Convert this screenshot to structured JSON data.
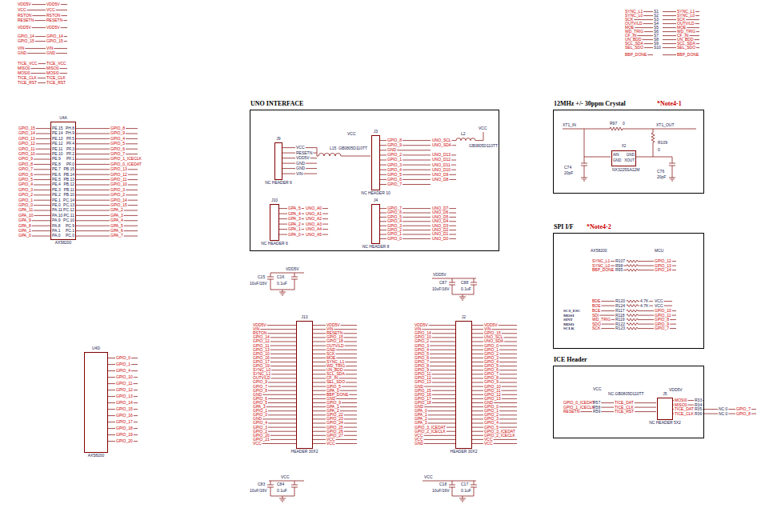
{
  "diagram": {
    "nodes": [
      {
        "text": [
          "UNO INTERFACE"
        ]
      },
      {
        "text": [
          "J9",
          "NC HEADER 6"
        ],
        "in": 0
      },
      {
        "text": [
          "J3",
          "NC HEADER 10"
        ],
        "in": 0
      },
      {
        "text": [
          "J10",
          "NC HEADER 6"
        ],
        "in": 0
      },
      {
        "text": [
          "J4",
          "NC HEADER 8"
        ],
        "in": 0
      },
      {
        "text": [
          "12MHz +/- 30ppm Crystal",
          "*Note4-1"
        ]
      },
      {
        "text": [
          "X2",
          "AIN",
          "GND",
          "GND",
          "XOUT"
        ],
        "in": 5
      },
      {
        "text": [
          "SPI I/F",
          "*Note4-2"
        ]
      },
      {
        "text": [
          "ICE Header"
        ]
      },
      {
        "text": [
          "J5",
          "NC HEADER 5X2"
        ],
        "in": 8
      },
      {
        "text": [
          "U4A",
          "AX58200"
        ]
      },
      {
        "text": [
          "U4D",
          "AX58200"
        ]
      },
      {
        "text": [
          "J13",
          "HEADER 30X2"
        ]
      },
      {
        "text": [
          "J2",
          "HEADER 30X2"
        ]
      }
    ],
    "labels": [
      "VDD5V",
      "VCC",
      "RSTON",
      "RESETN",
      "VDD5V",
      "GPIO_14",
      "GPIO_15",
      "VIN",
      "GND",
      "TICE_VCC",
      "MISO0",
      "MOSI0",
      "TICE_CLK",
      "TICE_RST",
      "VDD5V",
      "VCC",
      "RSTON",
      "RESETN",
      "VDD5V",
      "GPIO_14",
      "GPIO_15",
      "VIN",
      "GND",
      "TICE_VCC",
      "MISO0",
      "MOSI0",
      "TICE_CLK",
      "TICE_RST",
      "SYNC_L1",
      "SYNC_L0",
      "SCK",
      "OUTV/LD",
      "MOE",
      "WD_TRIG",
      "CF_IN",
      "UN_BDD",
      "SCL_SDA",
      "SEL_SDO",
      "BBP_DONE",
      "S1",
      "S2",
      "S3",
      "S4",
      "S5",
      "S6",
      "S7",
      "S8",
      "S9",
      "S10",
      "SYNC_L1",
      "SYNC_L0",
      "SCK",
      "OUTV/LD",
      "MOE",
      "WD_TRIG",
      "CF_IN",
      "UN_BDD",
      "SCL_SDA",
      "SEL_SDO",
      "BBP_DONE",
      "GPIO_15",
      "GPIO_14",
      "GPIO_13",
      "GPIO_12",
      "GPIO_11",
      "GPIO_10",
      "GPIO_9",
      "GPIO_8",
      "GPIO_7",
      "GPIO_6",
      "GPIO_5",
      "GPIO_4",
      "GPIO_3",
      "GPIO_2",
      "GPIO_1",
      "GPIO_0",
      "GPA_11",
      "GPA_10",
      "GPA_9",
      "GPA_8",
      "GPA_1",
      "GPA_0",
      "PE.15",
      "PE.14",
      "PE.13",
      "PE.12",
      "PE.11",
      "PE.10",
      "PE.9",
      "PE.8",
      "PE.7",
      "PE.6",
      "PE.5",
      "PE.4",
      "PE.3",
      "PE.2",
      "PE.1",
      "PE.0",
      "PA.11",
      "PA.10",
      "PA.9",
      "PA.8",
      "PA.1",
      "PA.0",
      "PH.8",
      "PH.9",
      "PF.5",
      "PF.4",
      "PF.3",
      "PF.2",
      "PF.1",
      "PF.0",
      "PB.15",
      "PB.14",
      "PB.13",
      "PB.12",
      "PB.11",
      "PB.10",
      "PC.14",
      "PC.13",
      "PC.12",
      "PC.11",
      "PC.10",
      "PC.9",
      "PC.1",
      "PC.0",
      "GPIO_8",
      "GPIO_9",
      "GPIO_4",
      "GPIO_5",
      "GPIO_6",
      "GPIO_7",
      "GPIO_1_ICECLK",
      "GPIO_0_ICEDAT",
      "GPIO_13",
      "GPIO_12",
      "GPIO_11",
      "GPIO_10",
      "GPIO_3",
      "GPIO_2",
      "GPIO_14",
      "GPIO_15",
      "GPA_2",
      "GPA_3",
      "GPA_4",
      "GPA_5",
      "GPA_6",
      "GPA_7",
      "GPIO_0",
      "GPIO_1",
      "GPIO_4",
      "GPIO_10",
      "GPIO_11",
      "GPIO_12",
      "GPIO_13",
      "GPIO_14",
      "GPIO_15",
      "GPIO_16",
      "GPIO_17",
      "GPIO_18",
      "GPIO_19",
      "GPIO_20",
      "VCC",
      "RESETN",
      "VDD5V",
      "GND",
      "GND",
      "VIN",
      "VCC",
      "L15",
      "GB0805D110TT",
      "VCC",
      "L2",
      "GB0805D110TT",
      "GPIO_8",
      "GPIO_9",
      "GND",
      "GPIO_2",
      "GPIO_1",
      "GPIO_3",
      "GPIO_4",
      "GPIO_5",
      "GPIO_6",
      "GPIO_7",
      "UNO_SCL",
      "UNO_SDA",
      "UNO_D13",
      "UNO_D12",
      "UNO_D11",
      "UNO_D10",
      "UNO_D9",
      "UNO_D8",
      "GPA_5",
      "GPA_4",
      "GPA_3",
      "GPA_2",
      "GPA_1",
      "GPA_0",
      "UNO_A0",
      "UNO_A1",
      "UNO_A2",
      "UNO_A3",
      "UNO_A4",
      "UNO_A5",
      "GPIO_7",
      "GPIO_6",
      "GPIO_5",
      "GPIO_4",
      "GPIO_3",
      "GPIO_2",
      "GPIO_1",
      "GPIO_0",
      "UNO_D7",
      "UNO_D6",
      "UNO_D5",
      "UNO_D4",
      "UNO_D3",
      "UNO_D2",
      "UNO_D1",
      "UNO_D0",
      "VDD5V",
      "VIN",
      "RSTON",
      "GPIO_14",
      "GPIO_12",
      "GPIO_11",
      "GPIO_13",
      "GPIO_10",
      "GPIO_16",
      "GPIO_17",
      "GPIO_19",
      "SYNC_L0",
      "SYNC_L1",
      "OUTV/LD",
      "GPIO_9",
      "GPIO_7",
      "GPIO_8",
      "GND",
      "GPIO_6",
      "GPIO_5",
      "GPA_3",
      "GPIO_1",
      "GPIO_0",
      "GND",
      "GPIO_4",
      "GPIO_3",
      "GPIO_2",
      "GPIO_20",
      "GPIO_21",
      "VCC",
      "VDD5V",
      "VIN",
      "RESETN",
      "GPIO_15",
      "GPIO_18",
      "OUTV/LD",
      "GND",
      "SCK",
      "MOE",
      "SYNC_L1",
      "WD_TRIG",
      "UN_BDD",
      "SCL_SDA",
      "CF_IN",
      "SEL_SDO",
      "GPIO_5",
      "GPA_0",
      "BBP_DONE",
      "GND",
      "GPIO_9",
      "GPA_1",
      "GPA_2",
      "GPIO_22",
      "GPIO_23",
      "GPIO_24",
      "GPIO_25",
      "GPIO_26",
      "GPIO_27",
      "VCC",
      "VCC",
      "VDD5V",
      "VIN",
      "GPIO_14",
      "GPIO_10",
      "GPIO_2",
      "GPIO_3",
      "GPIO_4",
      "GPIO_5",
      "GPIO_6",
      "GPIO_7",
      "GPIO_8",
      "GPIO_9",
      "GPIO_11",
      "GPIO_12",
      "GPIO_13",
      "GND",
      "GPIO_15",
      "GPIO_16",
      "GPIO_17",
      "GPIO_18",
      "GND",
      "GPA_0",
      "GPA_1",
      "GPA_2",
      "GPA_3",
      "GPIO_3_ICEDAT",
      "GPIO_2_ICECLK",
      "VCC",
      "VCC",
      "GND",
      "VDD5V",
      "VIN",
      "GPIO_15",
      "UNO_SCL",
      "UNO_SDA",
      "GPIO_0",
      "GPIO_1",
      "GPIO_2",
      "GPIO_3",
      "GPIO_4",
      "GPIO_5",
      "GPIO_6",
      "GPIO_7",
      "GPIO_8",
      "GPIO_9",
      "GPIO_10",
      "GPIO_11",
      "GPIO_12",
      "GPIO_13",
      "GND",
      "GPIO_0",
      "GPIO_1",
      "GPIO_2",
      "GPIO_3",
      "GPIO_4",
      "GPIO_5",
      "GPIO_3_ICEDAT",
      "GPIO_2_ICECLK",
      "VCC",
      "VCC",
      "VDD5V",
      "C15",
      "10uF/16V",
      "C16",
      "0.1uF",
      "VDD5V",
      "C87",
      "10uF/16V",
      "C88",
      "0.1uF",
      "VCC",
      "C83",
      "10uF/16V",
      "C84",
      "0.1uF",
      "VCC",
      "C18",
      "10uF/16V",
      "C17",
      "0.1uF",
      "XT1_IN",
      "R97",
      "0",
      "XT1_OUT",
      "R109",
      "0",
      "C74",
      "20pF",
      "C76",
      "20pF",
      "NX3225SA12M",
      "AX58200",
      "MCU",
      "SYNC_L1",
      "SYNC_L0",
      "BBP_DONE",
      "R107",
      "R98",
      "R95",
      "GPIO_12",
      "GPIO_13",
      "GPIO_14",
      "BDE",
      "BOE",
      "R120",
      "R124",
      "4.7K",
      "4.7K",
      "VCC",
      "VCC",
      "SCS_ESC",
      "MOSI",
      "SINT",
      "MISO",
      "SCLK",
      "BCE",
      "SDI",
      "WD_TRIG",
      "SDO",
      "SCK",
      "R117",
      "R118",
      "R119",
      "R122",
      "R123",
      "GPIO_10",
      "GPIO_11",
      "GPIO_8",
      "GPIO_9",
      "GPIO_7",
      "VCC",
      "VDD5V",
      "NC:GB0805D110TT",
      "GPIO_0_ICEDAT",
      "GPIO_1_ICECLK",
      "RESETN",
      "R57",
      "R58",
      "R59",
      "TICE_DAT",
      "TICE_CLK",
      "TICE_RST",
      "MOSI0",
      "MISO0",
      "TICE_DAT",
      "TICE_CLK",
      "R33",
      "R34",
      "R35",
      "R36",
      "NC:0",
      "NC:0",
      "GPIO_7",
      "GPIO_8"
    ]
  }
}
